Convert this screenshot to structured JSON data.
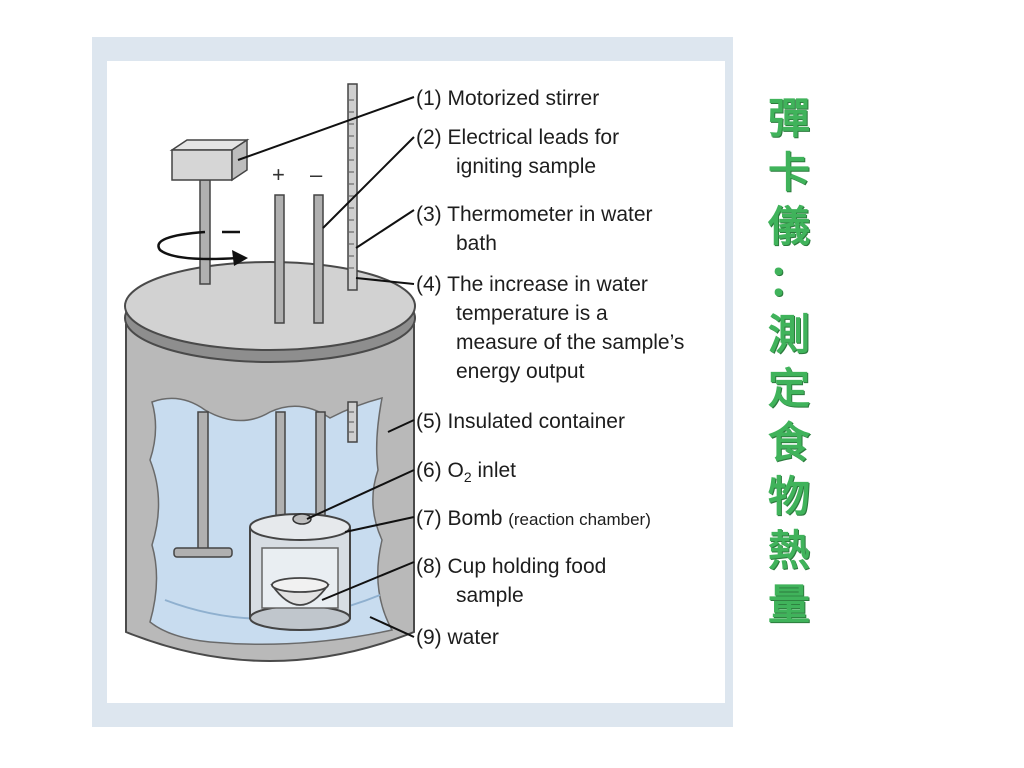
{
  "colors": {
    "accent_title": "#40b35b",
    "frame": "#dde6ef",
    "container": "#b8b8b8",
    "water": "#c8dcef"
  },
  "diagram": {
    "plus_sign": "+",
    "minus_sign": "–",
    "labels": [
      {
        "number": "(1)",
        "lines": [
          "Motorized stirrer"
        ]
      },
      {
        "number": "(2)",
        "lines": [
          "Electrical leads for",
          "igniting sample"
        ]
      },
      {
        "number": "(3)",
        "lines": [
          "Thermometer in water",
          "bath"
        ]
      },
      {
        "number": "(4)",
        "lines": [
          "The increase in water",
          "temperature is a",
          "measure of the sample’s",
          "energy output"
        ]
      },
      {
        "number": "(5)",
        "lines": [
          "Insulated container"
        ]
      },
      {
        "number": "(6)",
        "text_before": "O",
        "subscript": "2",
        "text_after": " inlet"
      },
      {
        "number": "(7)",
        "lines": [
          "Bomb"
        ],
        "note": "(reaction chamber)"
      },
      {
        "number": "(8)",
        "lines": [
          "Cup holding food",
          "sample"
        ]
      },
      {
        "number": "(9)",
        "lines": [
          "water"
        ]
      }
    ]
  },
  "title_chars": [
    "彈",
    "卡",
    "儀",
    "：",
    "測",
    "定",
    "食",
    "物",
    "熱",
    "量"
  ]
}
